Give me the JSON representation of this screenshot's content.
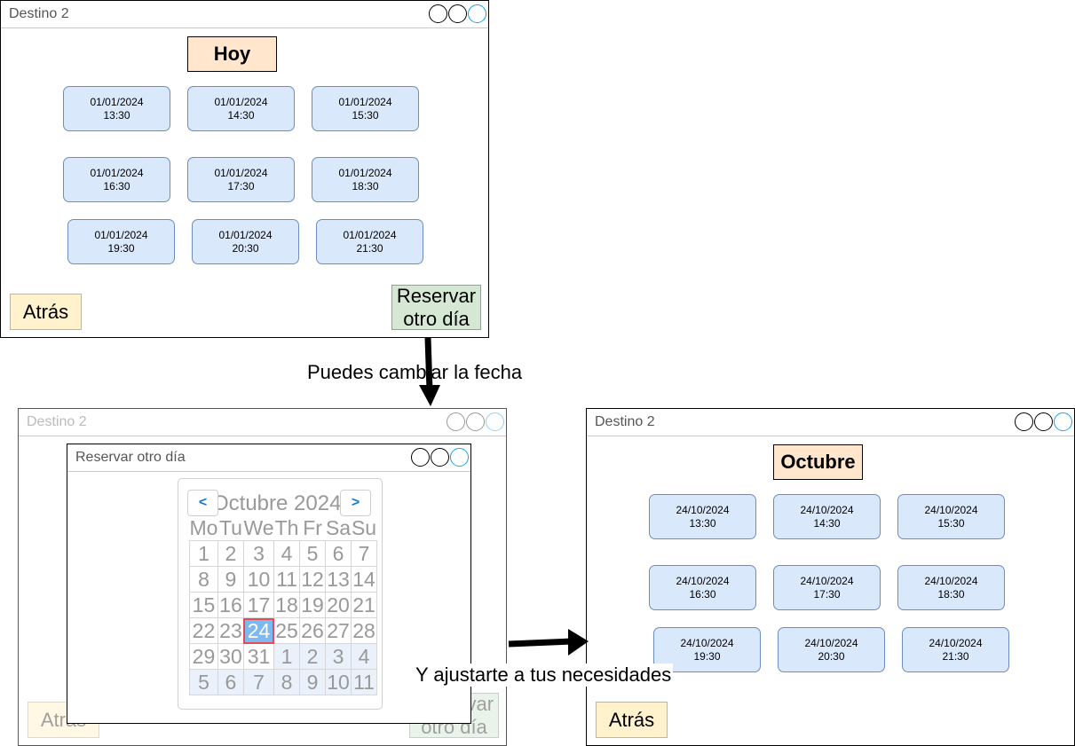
{
  "screen_today": {
    "window_title": "Destino 2",
    "heading": "Hoy",
    "slots": [
      {
        "date": "01/01/2024",
        "time": "13:30"
      },
      {
        "date": "01/01/2024",
        "time": "14:30"
      },
      {
        "date": "01/01/2024",
        "time": "15:30"
      },
      {
        "date": "01/01/2024",
        "time": "16:30"
      },
      {
        "date": "01/01/2024",
        "time": "17:30"
      },
      {
        "date": "01/01/2024",
        "time": "18:30"
      },
      {
        "date": "01/01/2024",
        "time": "19:30"
      },
      {
        "date": "01/01/2024",
        "time": "20:30"
      },
      {
        "date": "01/01/2024",
        "time": "21:30"
      }
    ],
    "back_label": "Atrás",
    "other_day_line1": "Reservar",
    "other_day_line2": "otro día"
  },
  "screen_calendar": {
    "window_title": "Destino 2",
    "back_label": "Atrás",
    "other_day_line1": "Reservar",
    "other_day_line2": "otro día",
    "dialog": {
      "title": "Reservar otro día",
      "month_title": "Octubre 2024",
      "prev_label": "<",
      "next_label": ">",
      "weekdays": [
        "Mo",
        "Tu",
        "We",
        "Th",
        "Fr",
        "Sa",
        "Su"
      ],
      "weeks": [
        [
          "1",
          "2",
          "3",
          "4",
          "5",
          "6",
          "7"
        ],
        [
          "8",
          "9",
          "10",
          "11",
          "12",
          "13",
          "14"
        ],
        [
          "15",
          "16",
          "17",
          "18",
          "19",
          "20",
          "21"
        ],
        [
          "22",
          "23",
          "24",
          "25",
          "26",
          "27",
          "28"
        ],
        [
          "29",
          "30",
          "31",
          "1",
          "2",
          "3",
          "4"
        ],
        [
          "5",
          "6",
          "7",
          "8",
          "9",
          "10",
          "11"
        ]
      ],
      "selected_day": "24"
    }
  },
  "screen_october": {
    "window_title": "Destino 2",
    "heading": "Octubre",
    "slots": [
      {
        "date": "24/10/2024",
        "time": "13:30"
      },
      {
        "date": "24/10/2024",
        "time": "14:30"
      },
      {
        "date": "24/10/2024",
        "time": "15:30"
      },
      {
        "date": "24/10/2024",
        "time": "16:30"
      },
      {
        "date": "24/10/2024",
        "time": "17:30"
      },
      {
        "date": "24/10/2024",
        "time": "18:30"
      },
      {
        "date": "24/10/2024",
        "time": "19:30"
      },
      {
        "date": "24/10/2024",
        "time": "20:30"
      },
      {
        "date": "24/10/2024",
        "time": "21:30"
      }
    ],
    "back_label": "Atrás"
  },
  "annotations": {
    "change_date": "Puedes cambiar la fecha",
    "adjust": "Y ajustarte a tus necesidades"
  },
  "colors": {
    "heading_fill": "#ffe6cc",
    "slot_fill": "#dae8fc",
    "slot_border": "#6c8ebf",
    "back_fill": "#fff2cc",
    "other_day_fill": "#d5e8d4",
    "selected_day_fill": "#7eb8f0"
  }
}
